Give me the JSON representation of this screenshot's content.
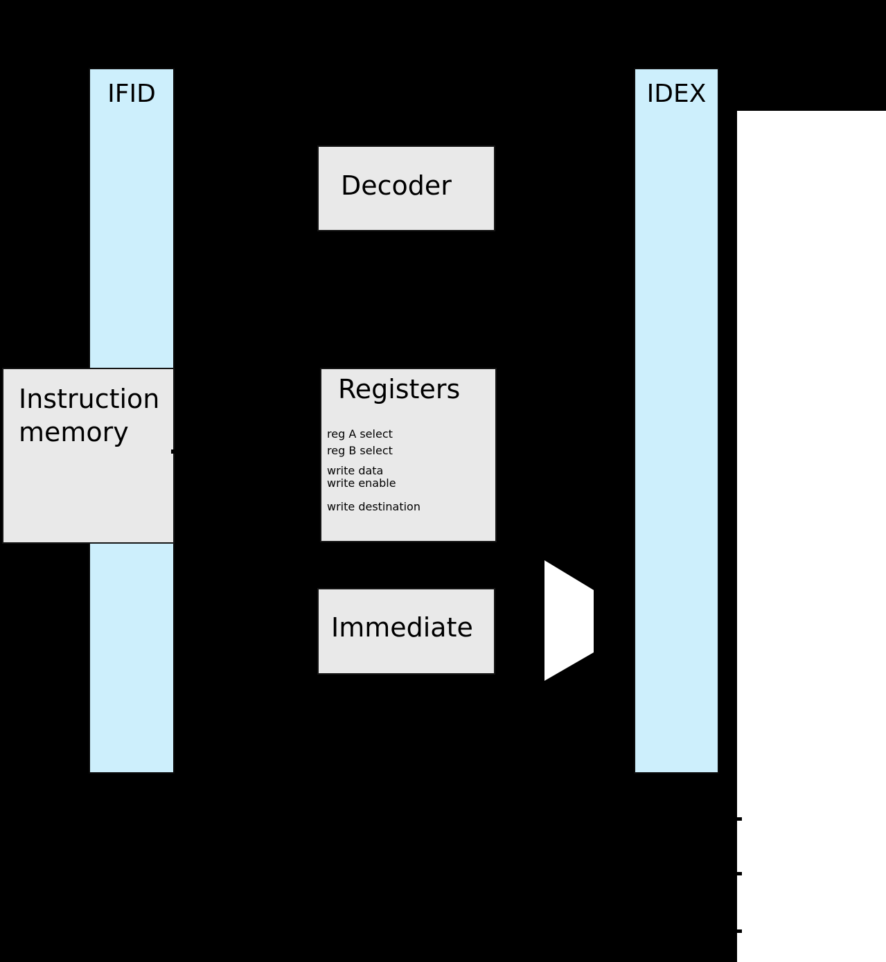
{
  "diagram": {
    "type": "cpu-pipeline-fragment",
    "stage_registers": {
      "ifid": {
        "label": "IFID"
      },
      "idex": {
        "label": "IDEX"
      }
    },
    "blocks": {
      "decoder": {
        "label": "Decoder"
      },
      "instruction_memory": {
        "label": "Instruction memory"
      },
      "registers": {
        "label": "Registers",
        "ports": [
          "reg A select",
          "reg B select",
          "write data",
          "write enable",
          "write destination"
        ]
      },
      "immediate": {
        "label": "Immediate"
      }
    },
    "mux": {
      "label": ""
    },
    "colors": {
      "background": "#000000",
      "stage_register_fill": "#cdeffc",
      "block_fill": "#e9e9e9",
      "block_border": "#151515",
      "mux_fill": "#ffffff",
      "right_panel_fill": "#ffffff",
      "text": "#000000"
    }
  }
}
